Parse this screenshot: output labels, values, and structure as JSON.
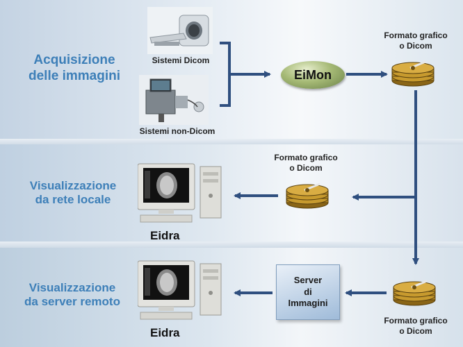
{
  "sections": {
    "acquisition": "Acquisizione\ndelle immagini",
    "local": "Visualizzazione\nda rete locale",
    "remote": "Visualizzazione\nda server remoto"
  },
  "labels": {
    "dicom_systems": "Sistemi Dicom",
    "non_dicom_systems": "Sistemi non-Dicom",
    "eimon": "EiMon",
    "format_top": "Formato grafico\no Dicom",
    "format_mid": "Formato grafico\no Dicom",
    "format_bottom": "Formato grafico\no Dicom",
    "server_line1": "Server",
    "server_line2": "di",
    "server_line3": "Immagini",
    "eidra_local": "Eidra",
    "eidra_remote": "Eidra"
  },
  "colors": {
    "section_title": "#3d7fb8",
    "arrow": "#2f4f7f",
    "eimon_fill": "#9bb06c",
    "disk": "#b58a24"
  },
  "icons": [
    "mri-scanner-icon",
    "ultrasound-machine-icon",
    "disk-stack-icon",
    "workstation-icon"
  ]
}
